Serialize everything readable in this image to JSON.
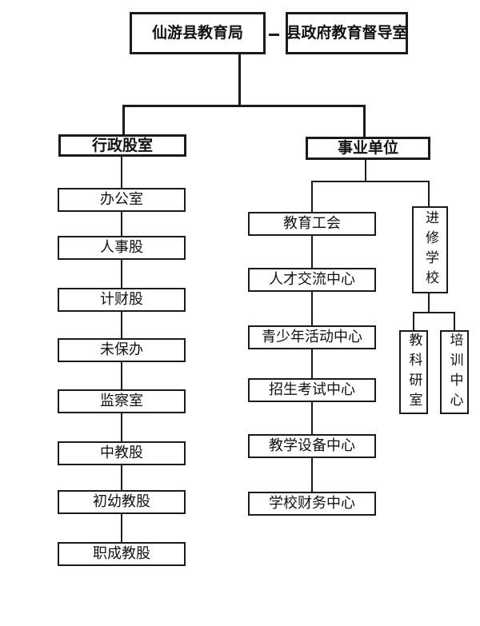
{
  "org": {
    "root": "仙游县教育局",
    "advisory": "县政府教育督导室",
    "admin": {
      "label": "行政股室",
      "children": [
        "办公室",
        "人事股",
        "计财股",
        "未保办",
        "监察室",
        "中教股",
        "初幼教股",
        "职成教股"
      ]
    },
    "institutions": {
      "label": "事业单位",
      "children": [
        "教育工会",
        "人才交流中心",
        "青少年活动中心",
        "招生考试中心",
        "教学设备中心",
        "学校财务中心"
      ],
      "school": {
        "label": "进修学校",
        "children": [
          "教科研室",
          "培训中心"
        ]
      }
    }
  }
}
